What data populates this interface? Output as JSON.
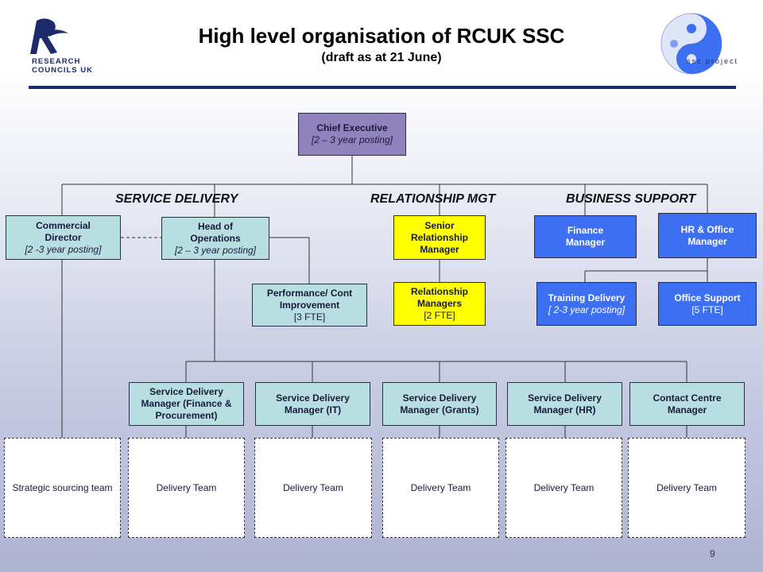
{
  "header": {
    "title": "High level organisation of RCUK SSC",
    "subtitle": "(draft as at 21 June)"
  },
  "logos": {
    "rcuk_line1": "RESEARCH",
    "rcuk_line2": "COUNCILS UK",
    "ssc_caption": "ssc project"
  },
  "sections": {
    "service_delivery": "SERVICE DELIVERY",
    "relationship_mgt": "RELATIONSHIP MGT",
    "business_support": "BUSINESS SUPPORT"
  },
  "boxes": {
    "ceo": {
      "title": "Chief Executive",
      "note": "[2 – 3 year posting]"
    },
    "commercial": {
      "title": "Commercial Director",
      "note": "[2 -3 year posting]"
    },
    "head_ops": {
      "title": "Head of Operations",
      "note": "[2 – 3 year posting]"
    },
    "perf": {
      "title": "Performance/ Cont Improvement",
      "note": "[3 FTE]"
    },
    "senior_rel": {
      "title": "Senior Relationship Manager"
    },
    "rel_mgrs": {
      "title": "Relationship Managers",
      "note": "[2 FTE]"
    },
    "finance": {
      "title": "Finance Manager"
    },
    "hr_office": {
      "title": "HR & Office Manager"
    },
    "training": {
      "title": "Training Delivery",
      "note": "[ 2-3 year posting]"
    },
    "office_support": {
      "title": "Office Support",
      "note": "[5 FTE]"
    },
    "sdm_finance": {
      "title": "Service Delivery Manager (Finance & Procurement)"
    },
    "sdm_it": {
      "title": "Service Delivery Manager (IT)"
    },
    "sdm_grants": {
      "title": "Service Delivery Manager (Grants)"
    },
    "sdm_hr": {
      "title": "Service Delivery Manager (HR)"
    },
    "contact_centre": {
      "title": "Contact Centre Manager"
    }
  },
  "teams": [
    "Strategic sourcing team",
    "Delivery Team",
    "Delivery Team",
    "Delivery Team",
    "Delivery Team",
    "Delivery Team"
  ],
  "colors": {
    "teal": "#b7dfe2",
    "purple": "#8f82bd",
    "yellow": "#ffff00",
    "blue": "#3d6ff2",
    "rule": "#1d2a6b"
  },
  "page_number": "9"
}
